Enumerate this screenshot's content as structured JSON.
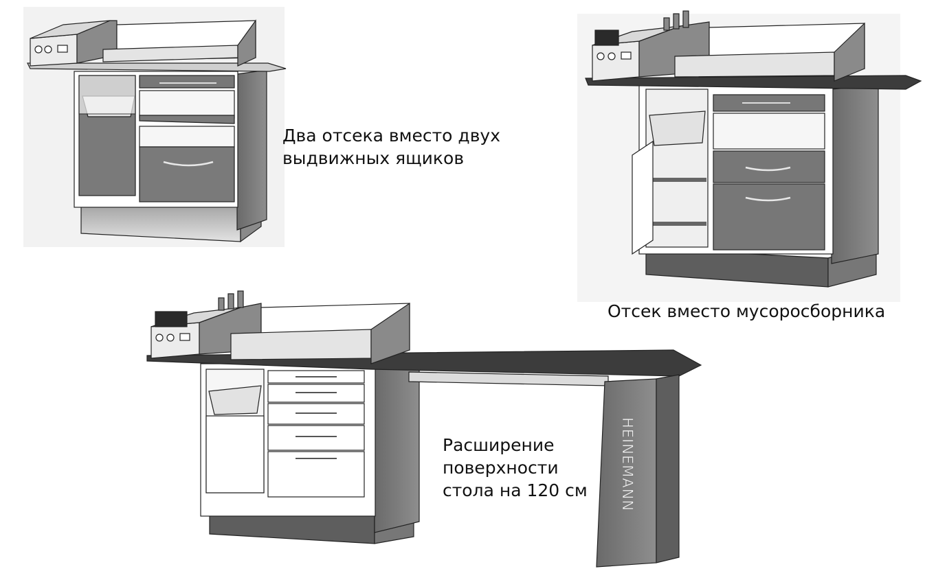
{
  "captions": {
    "top_left": [
      "Два отсека вместо двух",
      "выдвижных ящиков"
    ],
    "top_right": [
      "Отсек вместо мусоросборника"
    ],
    "bottom": [
      "Расширение",
      "поверхности",
      "стола на 120 см"
    ]
  },
  "brand": "HEINEMANN",
  "colors": {
    "body_gray": "#777777",
    "dark_gray": "#555555",
    "top_dark": "#3c3c3c",
    "frame_white": "#ffffff",
    "outline": "#222222",
    "panel_light": "#e9e9e9"
  }
}
